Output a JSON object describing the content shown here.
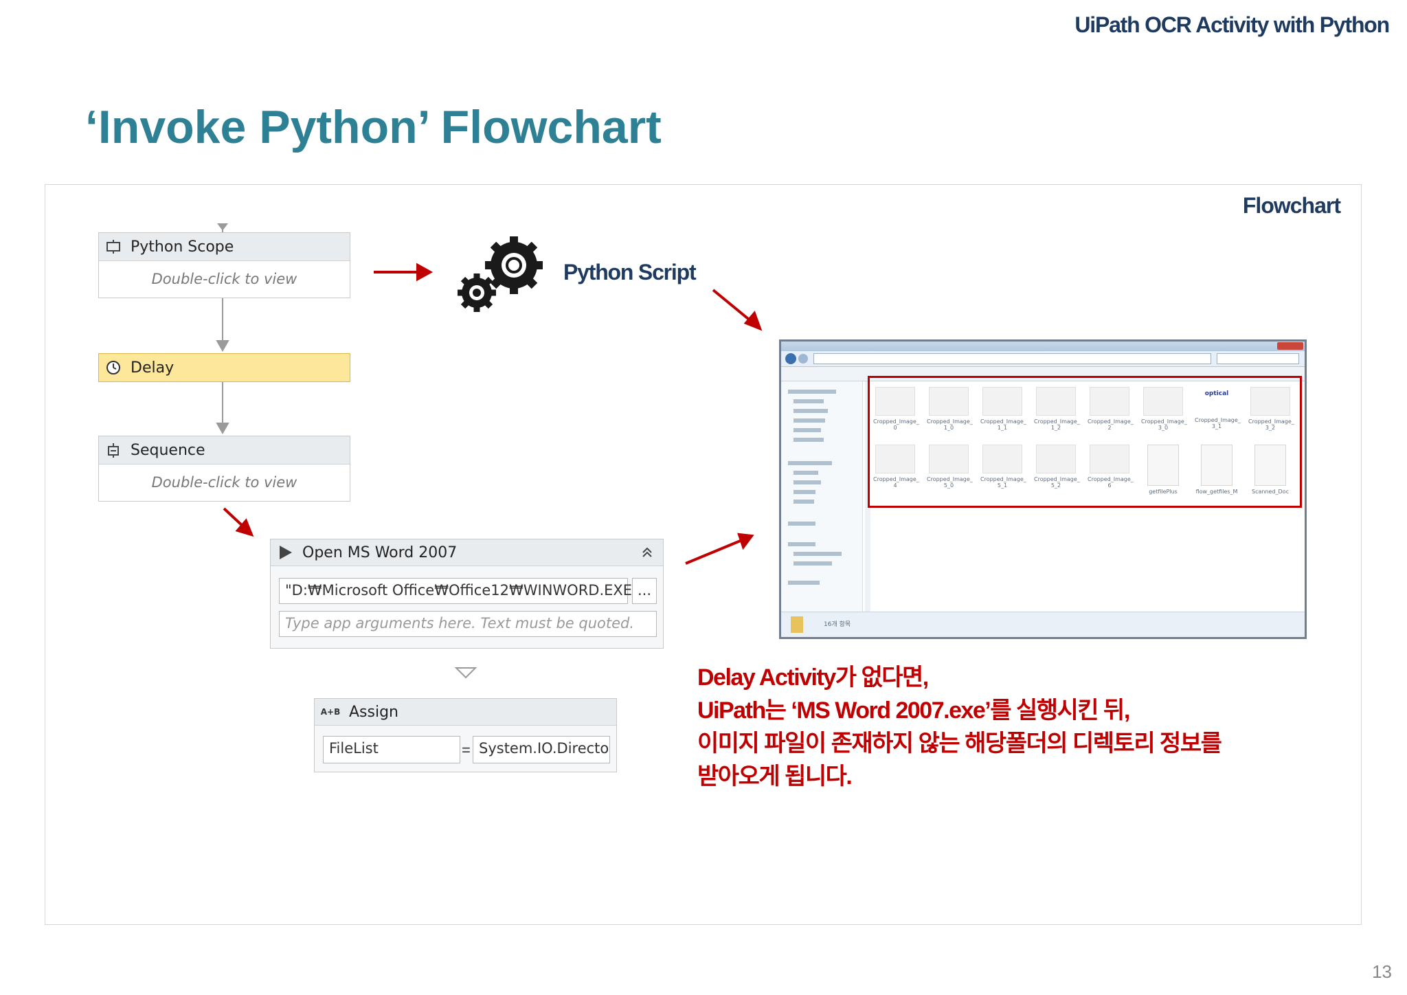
{
  "header": {
    "title": "UiPath OCR Activity with Python"
  },
  "slide": {
    "title": "‘Invoke Python’ Flowchart",
    "page_number": "13"
  },
  "panel": {
    "label": "Flowchart"
  },
  "activities": {
    "python_scope": {
      "title": "Python Scope",
      "hint": "Double-click to view",
      "icon": "python-scope-icon"
    },
    "delay": {
      "title": "Delay",
      "icon": "clock-icon",
      "highlight_color": "#fde79a"
    },
    "sequence": {
      "title": "Sequence",
      "hint": "Double-click to view",
      "icon": "sequence-icon"
    },
    "open_app": {
      "title": "Open MS Word 2007",
      "path_value": "\"D:₩Microsoft Office₩Office12₩WINWORD.EXE\"",
      "browse_label": "...",
      "args_placeholder": "Type app arguments here. Text must be quoted.",
      "icon": "play-icon"
    },
    "assign": {
      "title": "Assign",
      "icon_text": "A+B",
      "left_value": "FileList",
      "operator": "=",
      "right_value": "System.IO.Directo"
    }
  },
  "script": {
    "label": "Python Script",
    "icon": "gears-icon"
  },
  "note": {
    "color": "#c00000",
    "lines": [
      "Delay Activity가 없다면,",
      "UiPath는 ‘MS Word 2007.exe’를 실행시킨 뒤,",
      "이미지 파일이 존재하지 않는 해당폴더의 디렉토리 정보를",
      "받아오게 됩니다."
    ]
  },
  "explorer": {
    "row1": [
      {
        "name": "Cropped_Image_",
        "sub": "0"
      },
      {
        "name": "Cropped_Image_",
        "sub": "1_0"
      },
      {
        "name": "Cropped_Image_",
        "sub": "1_1"
      },
      {
        "name": "Cropped_Image_",
        "sub": "1_2"
      },
      {
        "name": "Cropped_Image_",
        "sub": "2"
      },
      {
        "name": "Cropped_Image_",
        "sub": "3_0"
      },
      {
        "name": "Cropped_Image_",
        "sub": "3_1"
      },
      {
        "name": "Cropped_Image_",
        "sub": "3_2"
      }
    ],
    "row2": [
      {
        "name": "Cropped_Image_",
        "sub": "4"
      },
      {
        "name": "Cropped_Image_",
        "sub": "5_0"
      },
      {
        "name": "Cropped_Image_",
        "sub": "5_1"
      },
      {
        "name": "Cropped_Image_",
        "sub": "5_2"
      },
      {
        "name": "Cropped_Image_",
        "sub": "6"
      },
      {
        "name": "getfilePlus",
        "sub": ""
      },
      {
        "name": "flow_getfiles_M",
        "sub": ""
      },
      {
        "name": "Scanned_Doc",
        "sub": ""
      }
    ],
    "optical_text": "optical",
    "status_text": "16개 항목",
    "highlight_color": "#c00000"
  }
}
